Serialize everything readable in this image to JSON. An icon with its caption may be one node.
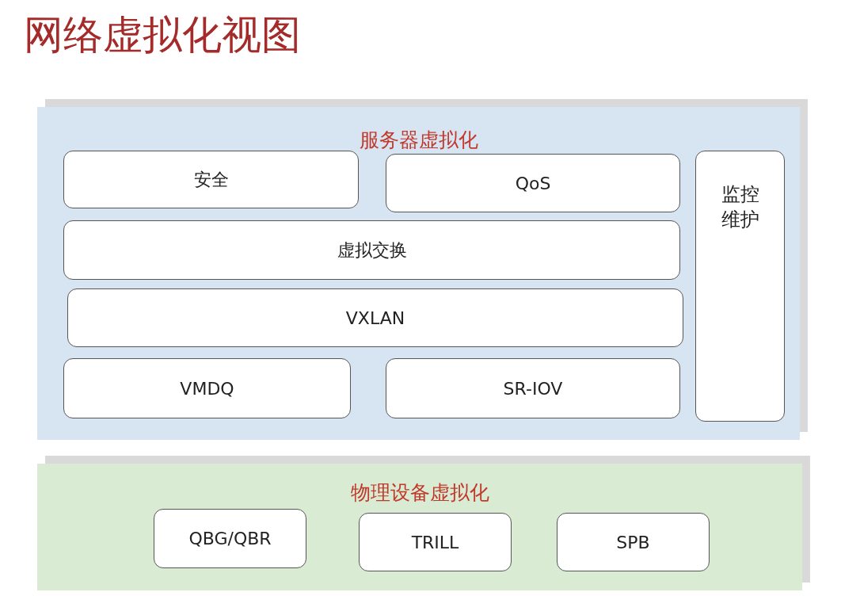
{
  "diagram": {
    "title": "网络虚拟化视图",
    "nodes": [
      {
        "text": [
          "服务器虚拟化"
        ]
      },
      {
        "text": [
          "安全"
        ],
        "in": 0
      },
      {
        "text": [
          "QoS"
        ],
        "in": 0
      },
      {
        "text": [
          "虚拟交换"
        ],
        "in": 0
      },
      {
        "text": [
          "VXLAN"
        ],
        "in": 0
      },
      {
        "text": [
          "VMDQ"
        ],
        "in": 0
      },
      {
        "text": [
          "SR-IOV"
        ],
        "in": 0
      },
      {
        "text": [
          "监控维护"
        ],
        "in": 0
      },
      {
        "text": [
          "物理设备虚拟化"
        ]
      },
      {
        "text": [
          "QBG/QBR"
        ],
        "in": 8
      },
      {
        "text": [
          "TRILL"
        ],
        "in": 8
      },
      {
        "text": [
          "SPB"
        ],
        "in": 8
      }
    ]
  }
}
